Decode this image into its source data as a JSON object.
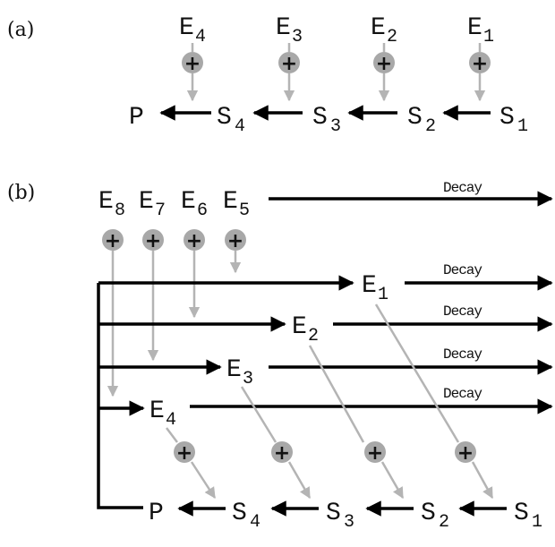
{
  "panel_a": {
    "label": "(a)",
    "enzymes": [
      {
        "letter": "E",
        "sub": "4"
      },
      {
        "letter": "E",
        "sub": "3"
      },
      {
        "letter": "E",
        "sub": "2"
      },
      {
        "letter": "E",
        "sub": "1"
      }
    ],
    "substrates": [
      {
        "letter": "P",
        "sub": ""
      },
      {
        "letter": "S",
        "sub": "4"
      },
      {
        "letter": "S",
        "sub": "3"
      },
      {
        "letter": "S",
        "sub": "2"
      },
      {
        "letter": "S",
        "sub": "1"
      }
    ],
    "activation_symbol": "+"
  },
  "panel_b": {
    "label": "(b)",
    "top_enzymes": [
      {
        "letter": "E",
        "sub": "8"
      },
      {
        "letter": "E",
        "sub": "7"
      },
      {
        "letter": "E",
        "sub": "6"
      },
      {
        "letter": "E",
        "sub": "5"
      }
    ],
    "mid_enzymes": [
      {
        "letter": "E",
        "sub": "1"
      },
      {
        "letter": "E",
        "sub": "2"
      },
      {
        "letter": "E",
        "sub": "3"
      },
      {
        "letter": "E",
        "sub": "4"
      }
    ],
    "substrates": [
      {
        "letter": "P",
        "sub": ""
      },
      {
        "letter": "S",
        "sub": "4"
      },
      {
        "letter": "S",
        "sub": "3"
      },
      {
        "letter": "S",
        "sub": "2"
      },
      {
        "letter": "S",
        "sub": "1"
      }
    ],
    "decay_label": "Decay",
    "activation_symbol": "+"
  },
  "colors": {
    "black_arrow": "#000000",
    "gray_arrow": "#b4b4b4",
    "activation_circle": "#a8a8a8"
  }
}
